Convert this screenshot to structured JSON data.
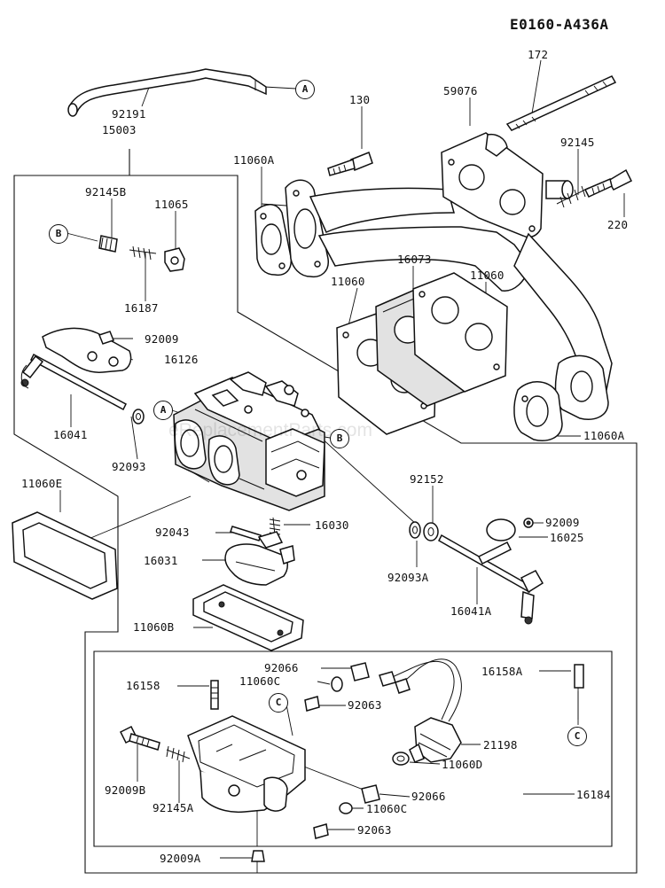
{
  "diagram_code": "E0160-A436A",
  "watermark": "eReplacementParts.com",
  "reference_markers": {
    "a": "A",
    "b": "B",
    "c": "C"
  },
  "part_labels": {
    "p172": "172",
    "p92191": "92191",
    "p15003": "15003",
    "p130": "130",
    "p59076": "59076",
    "p11060A_top": "11060A",
    "p92145": "92145",
    "p220": "220",
    "p92145B": "92145B",
    "p11065": "11065",
    "p16187": "16187",
    "p16073": "16073",
    "p11060_left": "11060",
    "p11060_right": "11060",
    "p92009_top": "92009",
    "p16126": "16126",
    "p16041": "16041",
    "p92093": "92093",
    "p11060A_right": "11060A",
    "p11060E": "11060E",
    "p92152": "92152",
    "p92043": "92043",
    "p16030": "16030",
    "p92009_right": "92009",
    "p16025": "16025",
    "p16031": "16031",
    "p92093A": "92093A",
    "p16041A": "16041A",
    "p11060B": "11060B",
    "p92066_top": "92066",
    "p11060C": "11060C",
    "p16158": "16158",
    "p16158A": "16158A",
    "p92063_top": "92063",
    "p21198": "21198",
    "p92009B": "92009B",
    "p11060D": "11060D",
    "p92145A": "92145A",
    "p92066_bottom": "92066",
    "p11060C_bottom": "11060C",
    "p16184": "16184",
    "p92063_bottom": "92063",
    "p92009A": "92009A"
  }
}
